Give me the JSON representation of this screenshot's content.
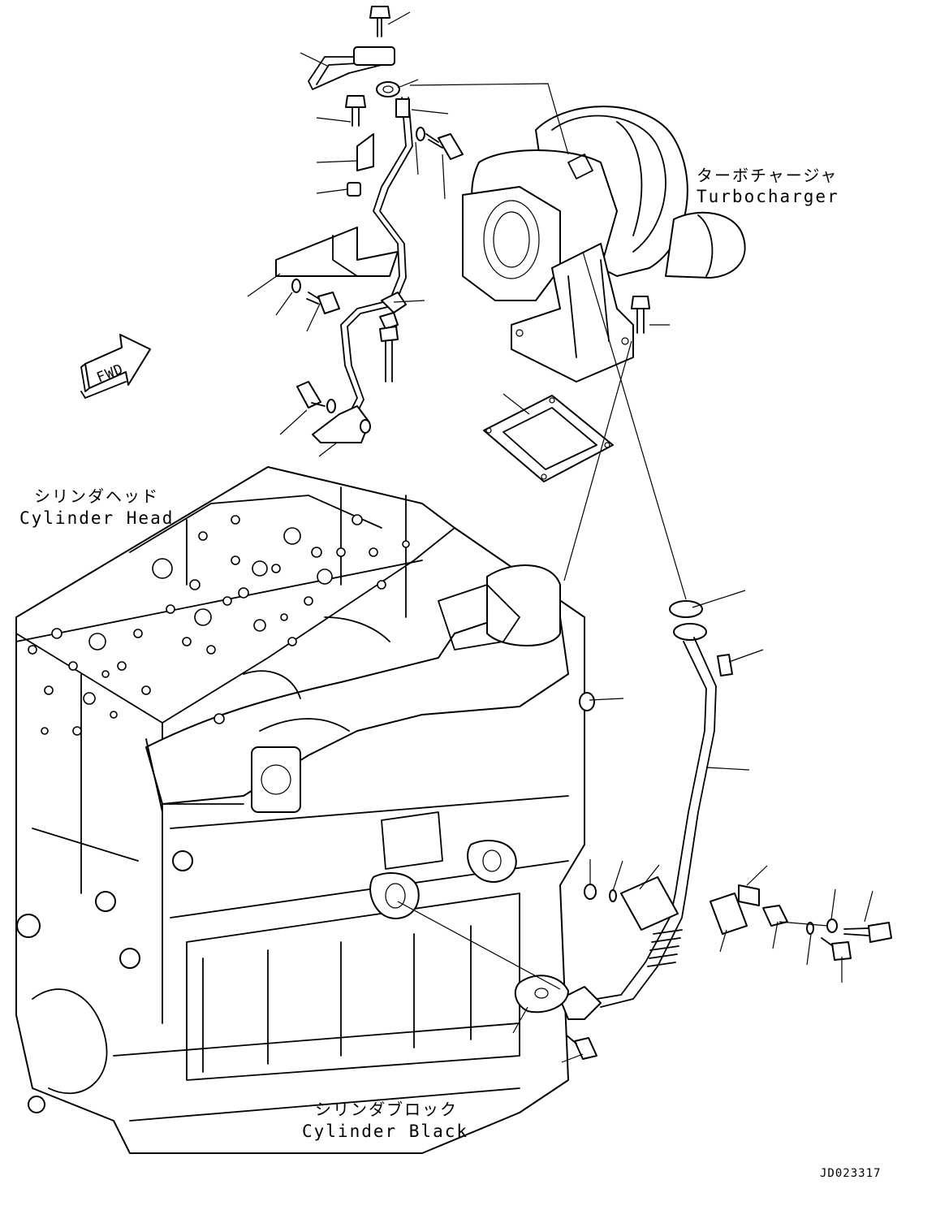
{
  "labels": {
    "turbocharger": {
      "jp": "ターボチャージャ",
      "en": "Turbocharger"
    },
    "cylinder_head": {
      "jp": "シリンダヘッド",
      "en": "Cylinder Head"
    },
    "cylinder_block": {
      "jp": "シリンダブロック",
      "en": "Cylinder Black"
    },
    "fwd": "FWD",
    "drawing_code": "JD023317"
  },
  "icons": {
    "fwd_arrow": "fwd-arrow-icon"
  }
}
